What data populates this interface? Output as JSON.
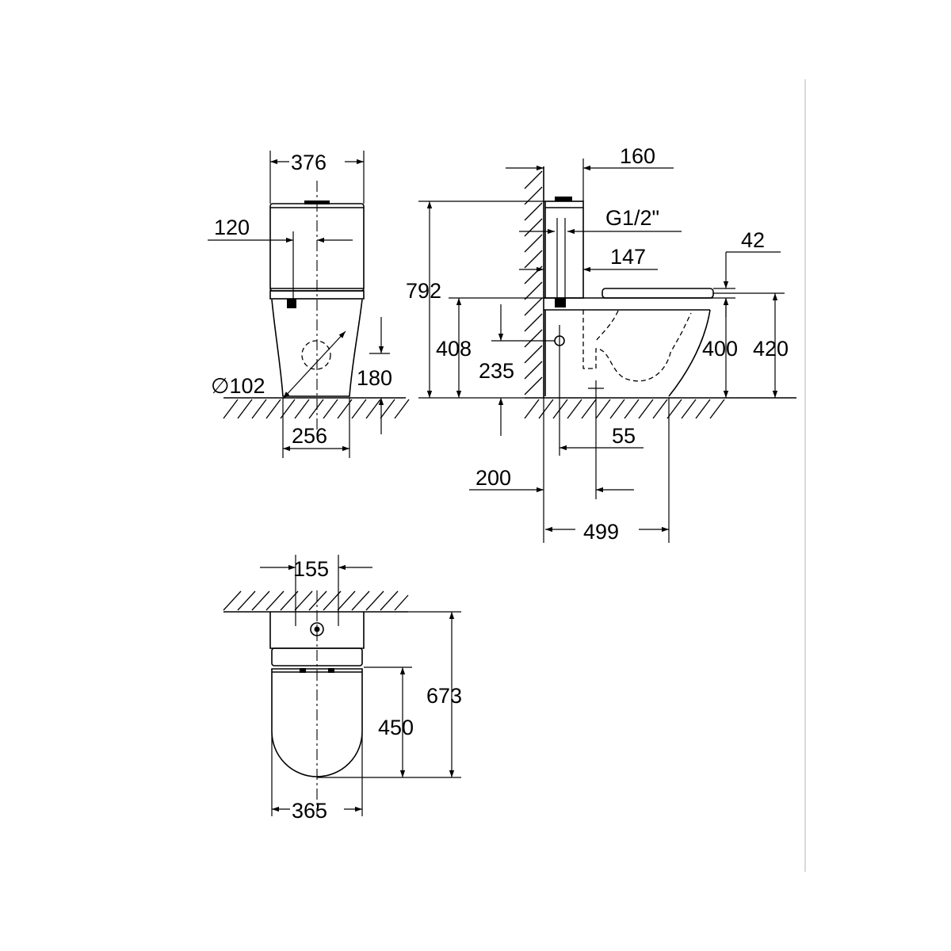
{
  "views": {
    "front": {
      "tank_width": "376",
      "inlet_offset": "120",
      "outlet_diameter": "∅102",
      "outlet_height": "180",
      "base_width": "256"
    },
    "side": {
      "wall_to_tank": "160",
      "inlet_thread": "G1/2\"",
      "inlet_height": "147",
      "seat_thickness": "42",
      "total_height": "792",
      "rim_height_408": "408",
      "inlet_pipe_height": "235",
      "rim_height_400": "400",
      "seat_height": "420",
      "outlet_offset": "55",
      "wall_to_outlet": "200",
      "depth": "499"
    },
    "top": {
      "inlet_spacing": "155",
      "overall_depth": "673",
      "bowl_depth": "450",
      "bowl_width": "365"
    }
  },
  "colors": {
    "line": "#000000",
    "background": "#ffffff",
    "frame": "#d9d9d9"
  }
}
